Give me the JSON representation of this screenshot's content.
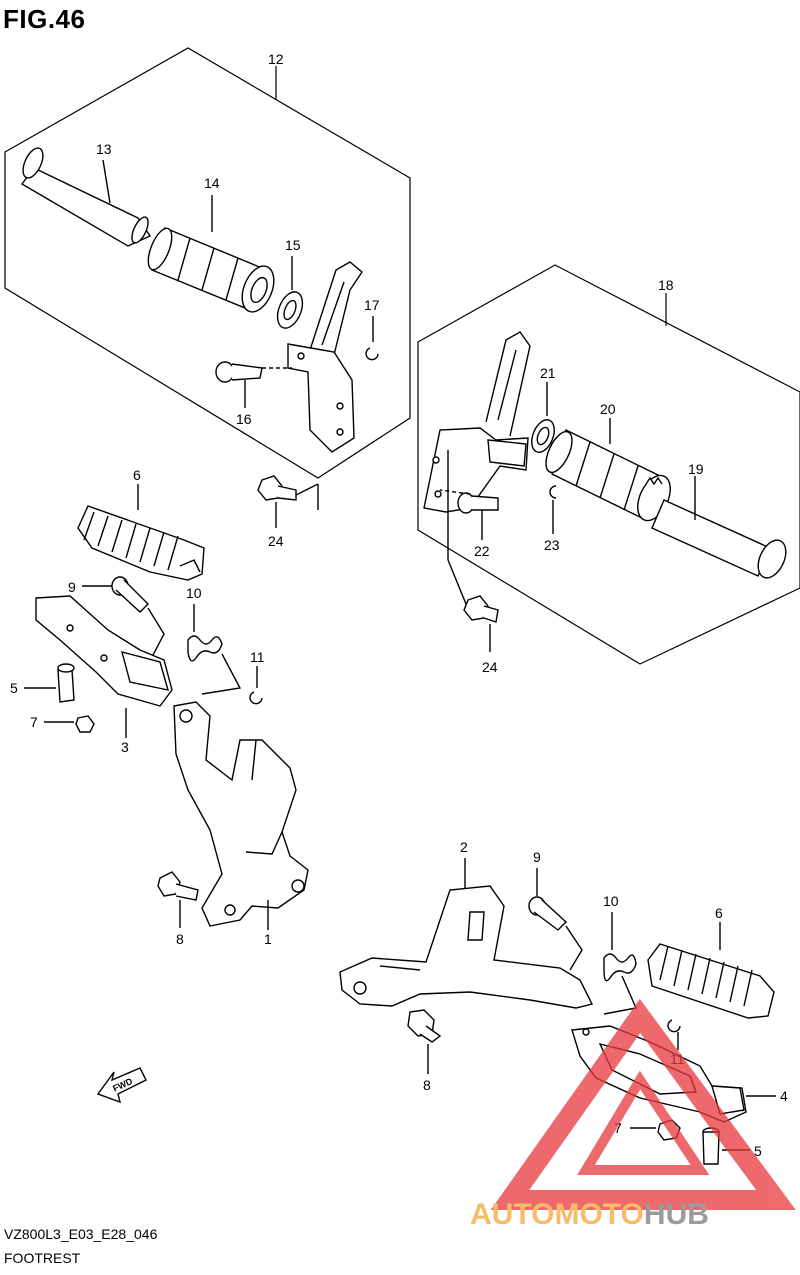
{
  "figure_title": "FIG.46",
  "model_code": "VZ800L3_E03_E28_046",
  "section_name": "FOOTREST",
  "fwd_label": "FWD",
  "watermark": {
    "prefix": "AUTOMOTO",
    "suffix": "HUB",
    "prefix_color": "#f4a636",
    "suffix_color": "#7a7a7a",
    "logo_color": "#e8383d"
  },
  "callouts": {
    "c12": "12",
    "c13": "13",
    "c14": "14",
    "c15": "15",
    "c16": "16",
    "c17": "17",
    "c18": "18",
    "c19": "19",
    "c20": "20",
    "c21": "21",
    "c22": "22",
    "c23": "23",
    "c24a": "24",
    "c24b": "24",
    "c6a": "6",
    "c9a": "9",
    "c10a": "10",
    "c11a": "11",
    "c5a": "5",
    "c7a": "7",
    "c3": "3",
    "c8a": "8",
    "c1": "1",
    "c2": "2",
    "c9b": "9",
    "c10b": "10",
    "c6b": "6",
    "c11b": "11",
    "c8b": "8",
    "c4": "4",
    "c7b": "7",
    "c5b": "5"
  }
}
